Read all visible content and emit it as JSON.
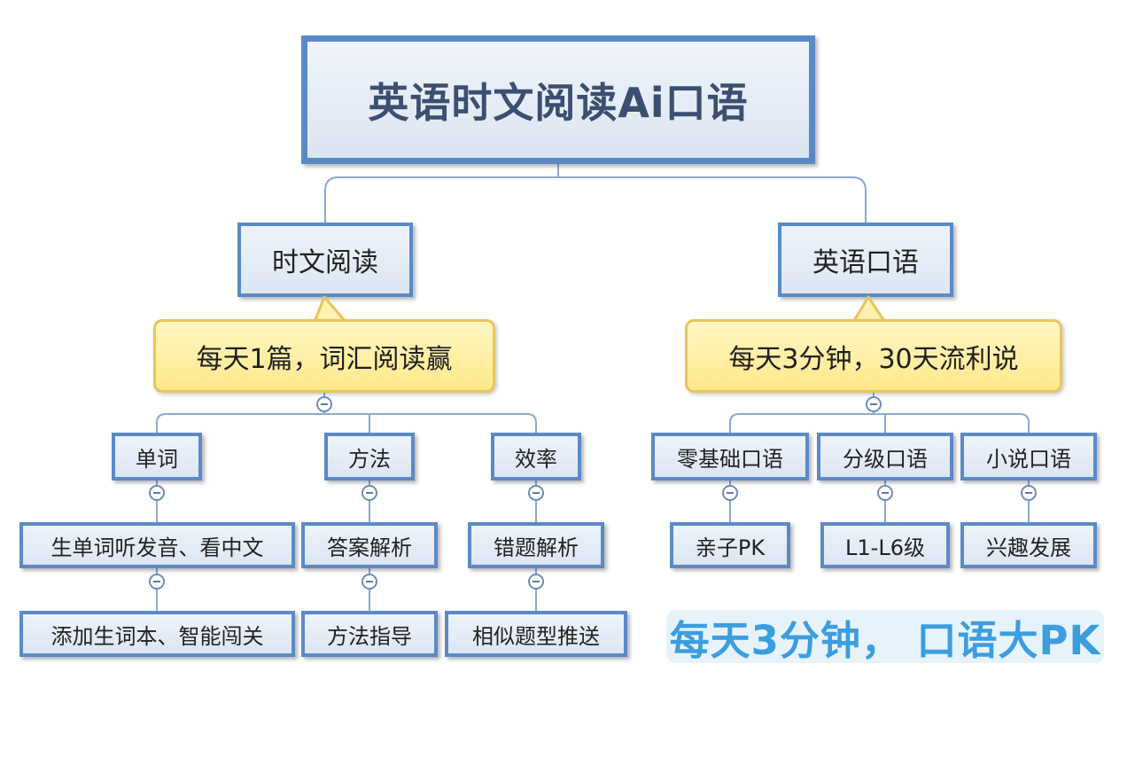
{
  "title": "英语时文阅读Ai口语",
  "branches": [
    {
      "label": "时文阅读",
      "callout": "每天1篇，词汇阅读赢",
      "categories": [
        {
          "label": "单词",
          "items": [
            "生单词听发音、看中文",
            "添加生词本、智能闯关"
          ]
        },
        {
          "label": "方法",
          "items": [
            "答案解析",
            "方法指导"
          ]
        },
        {
          "label": "效率",
          "items": [
            "错题解析",
            "相似题型推送"
          ]
        }
      ]
    },
    {
      "label": "英语口语",
      "callout": "每天3分钟，30天流利说",
      "categories": [
        {
          "label": "零基础口语",
          "items": [
            "亲子PK"
          ]
        },
        {
          "label": "分级口语",
          "items": [
            "L1-L6级"
          ]
        },
        {
          "label": "小说口语",
          "items": [
            "兴趣发展"
          ]
        }
      ]
    }
  ],
  "slogan": "每天3分钟， 口语大PK",
  "colors": {
    "node_border": "#5b8ac7",
    "node_fill": "#dce6f3",
    "callout_fill": "#fde98a",
    "callout_border": "#e9c55b",
    "slogan_text": "#3c9de0",
    "slogan_fill": "#e7f3fb"
  },
  "icons": {
    "collapse": "collapse-minus-icon"
  }
}
